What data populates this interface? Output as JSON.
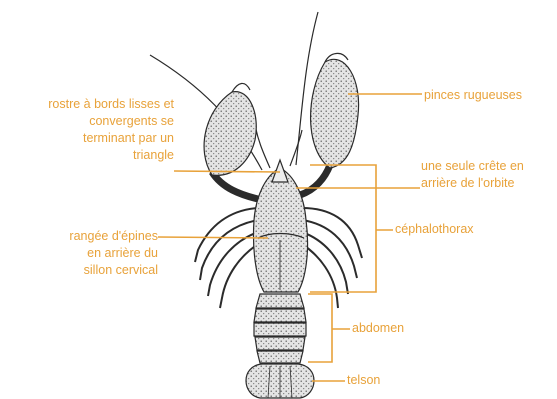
{
  "labels": {
    "rostre": "rostre à bords lisses et\nconvergents se\nterminant par un\ntriangle",
    "epines": "rangée d'épines\nen arrière du\nsillon cervical",
    "pinces": "pinces rugueuses",
    "crete": "une seule crête en\narrière de l'orbite",
    "cephalothorax": "céphalothorax",
    "abdomen": "abdomen",
    "telson": "telson"
  },
  "colors": {
    "label": "#e8a23a",
    "leader": "#e8a23a",
    "ink": "#2b2b2b",
    "shell": "#d9d9d9"
  }
}
